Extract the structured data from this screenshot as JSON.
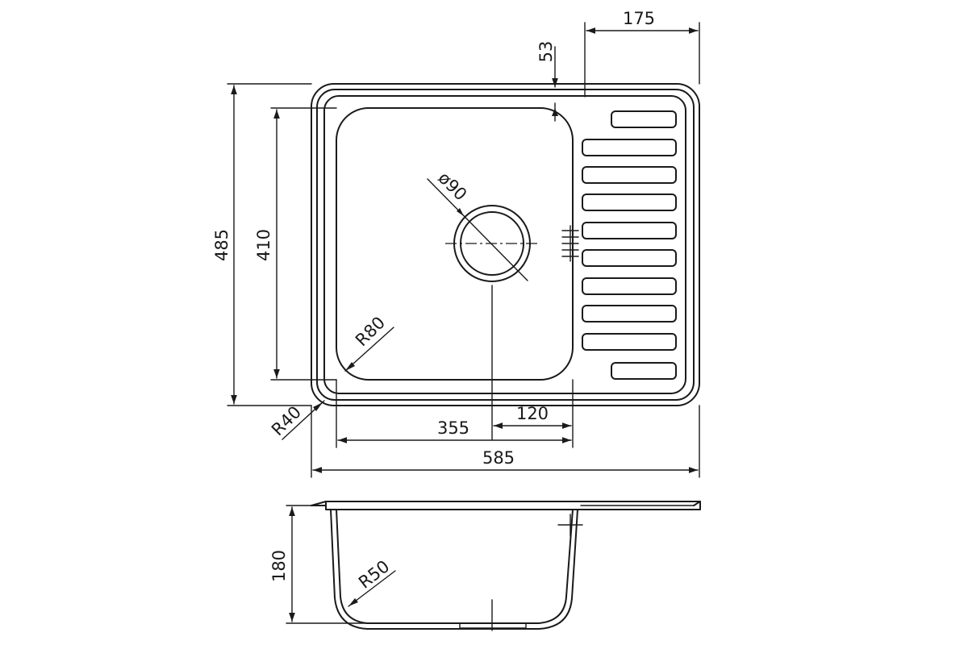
{
  "dimensions": {
    "overall_width": "585",
    "overall_depth": "485",
    "bowl_depth_inner": "410",
    "bowl_width": "355",
    "drain_offset": "120",
    "drainer_width": "175",
    "rim_gap": "53",
    "drain_diameter": "ø90",
    "bowl_corner_radius": "R80",
    "outer_corner_radius": "R40",
    "bowl_height": "180",
    "bottom_radius": "R50"
  }
}
